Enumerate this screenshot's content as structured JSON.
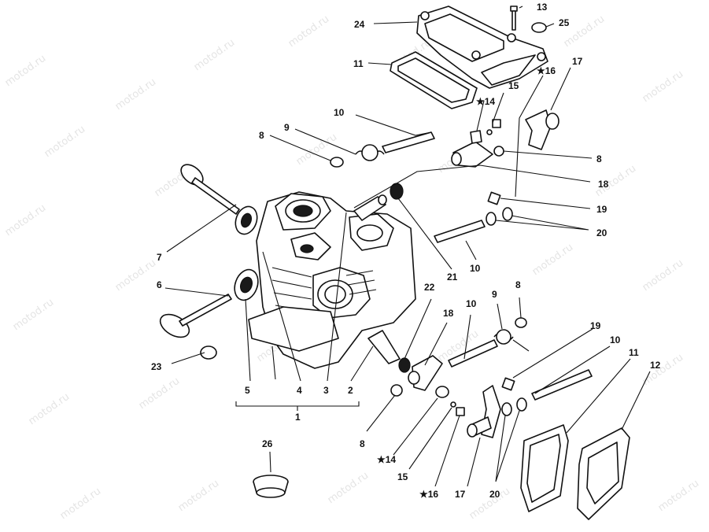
{
  "watermark": "motod.ru",
  "callouts": {
    "c1": "1",
    "c2": "2",
    "c3": "3",
    "c4": "4",
    "c5": "5",
    "c6": "6",
    "c7": "7",
    "c8a": "8",
    "c8b": "8",
    "c8c": "8",
    "c8d": "8",
    "c9a": "9",
    "c9b": "9",
    "c10a": "10",
    "c10b": "10",
    "c10c": "10",
    "c10d": "10",
    "c11a": "11",
    "c11b": "11",
    "c12": "12",
    "c13": "13",
    "c14a": "★14",
    "c14b": "★14",
    "c15a": "15",
    "c15b": "15",
    "c16a": "★16",
    "c16b": "★16",
    "c17a": "17",
    "c17b": "17",
    "c18a": "18",
    "c18b": "18",
    "c19a": "19",
    "c19b": "19",
    "c20a": "20",
    "c20b": "20",
    "c21": "21",
    "c22": "22",
    "c23": "23",
    "c24": "24",
    "c25": "25",
    "c26": "26"
  }
}
